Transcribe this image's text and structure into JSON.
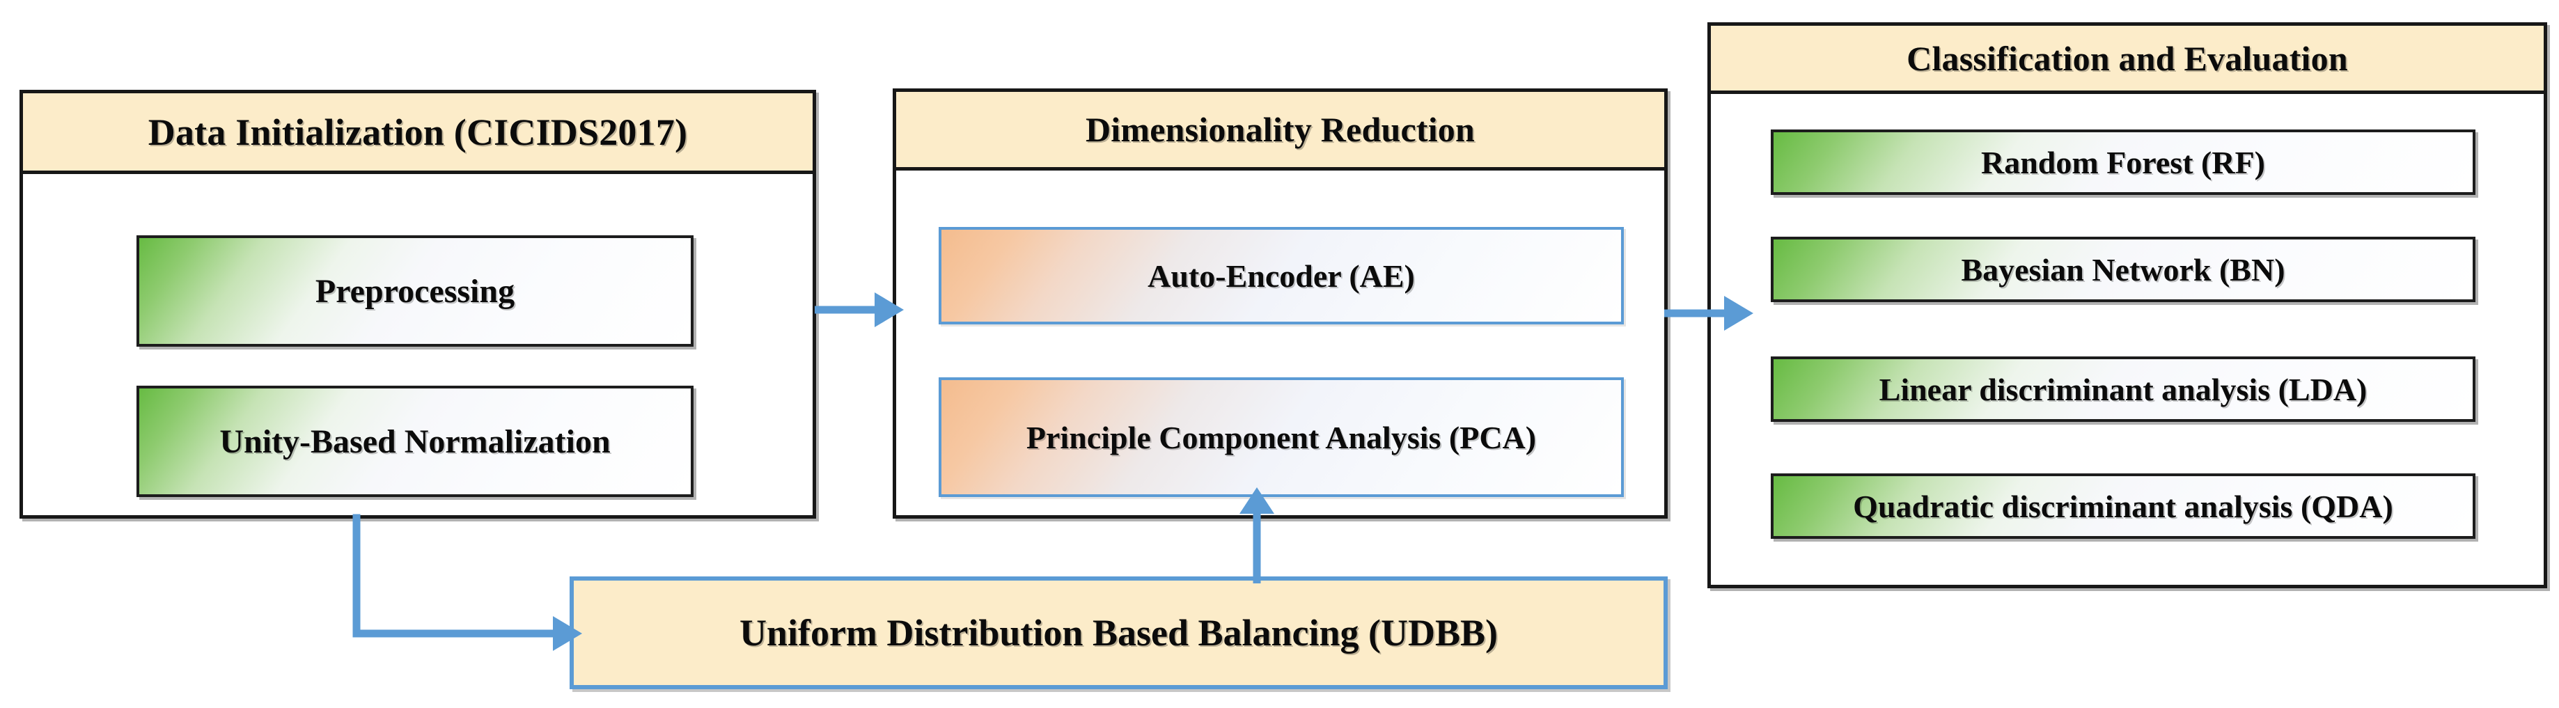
{
  "diagram": {
    "title_hidden": "",
    "accent_blue": "#5B9BD5",
    "header_fill": "#FCECC9",
    "green_accent": "#67BB43",
    "orange_accent": "#F4BC8E",
    "border_dark": "#171717"
  },
  "stages": {
    "data_init": {
      "header": "Data Initialization (CICIDS2017)",
      "items": [
        {
          "label": "Preprocessing"
        },
        {
          "label": "Unity-Based Normalization"
        }
      ]
    },
    "dim_reduction": {
      "header": "Dimensionality Reduction",
      "items": [
        {
          "label": "Auto-Encoder (AE)"
        },
        {
          "label": "Principle Component Analysis (PCA)"
        }
      ]
    },
    "classification": {
      "header": "Classification and Evaluation",
      "items": [
        {
          "label": "Random Forest (RF)"
        },
        {
          "label": "Bayesian Network (BN)"
        },
        {
          "label": "Linear discriminant analysis (LDA)"
        },
        {
          "label": "Quadratic discriminant analysis (QDA)"
        }
      ]
    },
    "balancing": {
      "label": "Uniform Distribution Based Balancing  (UDBB)"
    }
  },
  "connectors": [
    {
      "name": "data-init-to-dim-reduction",
      "direction": "right"
    },
    {
      "name": "dim-reduction-to-classification",
      "direction": "right"
    },
    {
      "name": "data-init-to-udbb",
      "direction": "elbow-down-right"
    },
    {
      "name": "udbb-to-pca",
      "direction": "up"
    }
  ]
}
